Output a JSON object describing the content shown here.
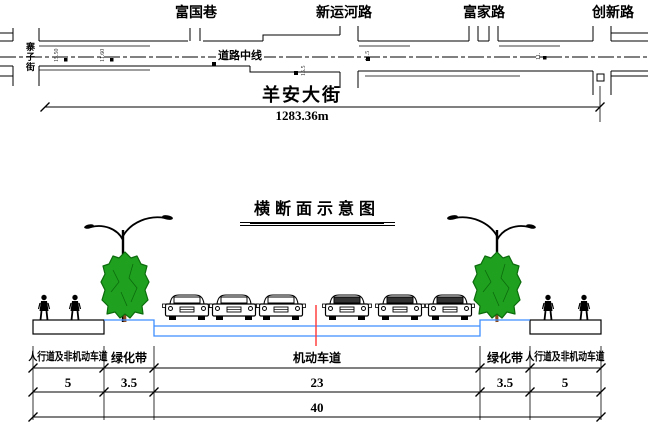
{
  "plan": {
    "side_road_left": "寨子街",
    "cross_roads": [
      "富国巷",
      "新运河路",
      "富家路",
      "创新路"
    ],
    "centerline_label": "道路中线",
    "street_name": "羊安大街",
    "street_length": "1283.36m",
    "station_markers": [
      "15.50",
      "11.60",
      "15.5",
      "11.5",
      "11."
    ]
  },
  "section": {
    "title": "横断面示意图",
    "zones": [
      {
        "label": "人行道及非机动车道",
        "width": "5"
      },
      {
        "label": "绿化带",
        "width": "3.5"
      },
      {
        "label": "机动车道",
        "width": "23"
      },
      {
        "label": "绿化带",
        "width": "3.5"
      },
      {
        "label": "人行道及非机动车道",
        "width": "5"
      }
    ],
    "total_width": "40"
  },
  "colors": {
    "line_black": "#000000",
    "road_surface_blue": "#3e8eff",
    "centerline_red": "#ff4040",
    "tree_green": "#1fa11f",
    "tree_outline": "#0c6b0c",
    "trunk_brown": "#8b4a1e"
  }
}
